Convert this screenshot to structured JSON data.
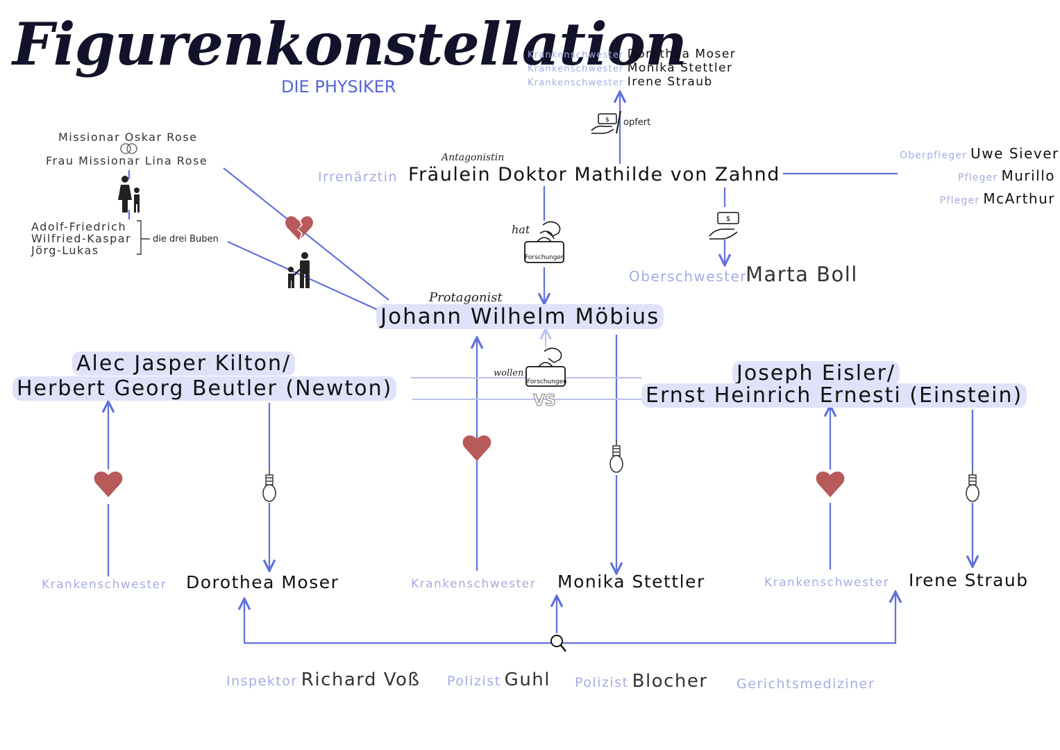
{
  "title": "Figurenkonstellation",
  "subtitle": "DIE PHYSIKER",
  "colors": {
    "line": "#6170db",
    "light_line": "#b9c0f0",
    "heart": "#b85a5a",
    "role": "#a5abe3",
    "highlight": "#dfe2f9"
  },
  "top_nurses": [
    {
      "role": "Krankenschwester",
      "name": "Dorothea Moser"
    },
    {
      "role": "Krankenschwester",
      "name": "Monika Stettler"
    },
    {
      "role": "Krankenschwester",
      "name": "Irene Straub"
    }
  ],
  "opfert_label": "opfert",
  "antagonist": {
    "note": "Antagonistin",
    "role": "Irrenärztin",
    "name": "Fräulein Doktor Mathilde von Zahnd"
  },
  "staff": [
    {
      "role": "Oberpfleger",
      "name": "Uwe Sievers"
    },
    {
      "role": "Pfleger",
      "name": "Murillo"
    },
    {
      "role": "Pfleger",
      "name": "McArthur"
    }
  ],
  "head_nurse": {
    "role": "Oberschwester",
    "name": "Marta Boll"
  },
  "family": {
    "missionar": "Missionar Oskar Rose",
    "frau": "Frau Missionar Lina Rose",
    "sons": [
      "Adolf-Friedrich",
      "Wilfried-Kaspar",
      "Jörg-Lukas"
    ],
    "sons_label": "die drei Buben"
  },
  "hat_label": "hat",
  "forschungen_label": "Forschungen",
  "wollen_label": "wollen",
  "vs_label": "VS",
  "protagonist": {
    "note": "Protagonist",
    "name": "Johann Wilhelm Möbius"
  },
  "newton": {
    "line1": "Alec Jasper Kilton/",
    "line2": "Herbert Georg Beutler (Newton)"
  },
  "einstein": {
    "line1": "Joseph Eisler/",
    "line2": "Ernst Heinrich Ernesti (Einstein)"
  },
  "bottom_nurses": [
    {
      "role": "Krankenschwester",
      "name": "Dorothea Moser"
    },
    {
      "role": "Krankenschwester",
      "name": "Monika Stettler"
    },
    {
      "role": "Krankenschwester",
      "name": "Irene Straub"
    }
  ],
  "police": [
    {
      "role": "Inspektor",
      "name": "Richard Voß"
    },
    {
      "role": "Polizist",
      "name": "Guhl"
    },
    {
      "role": "Polizist",
      "name": "Blocher"
    },
    {
      "role": "Gerichtsmediziner",
      "name": ""
    }
  ],
  "icons": [
    "heart-icon",
    "broken-heart-icon",
    "noose-icon",
    "money-hand-icon",
    "hand-grab-icon",
    "research-bag-icon",
    "magnifier-icon",
    "family-icon",
    "father-child-icon",
    "rings-icon"
  ]
}
